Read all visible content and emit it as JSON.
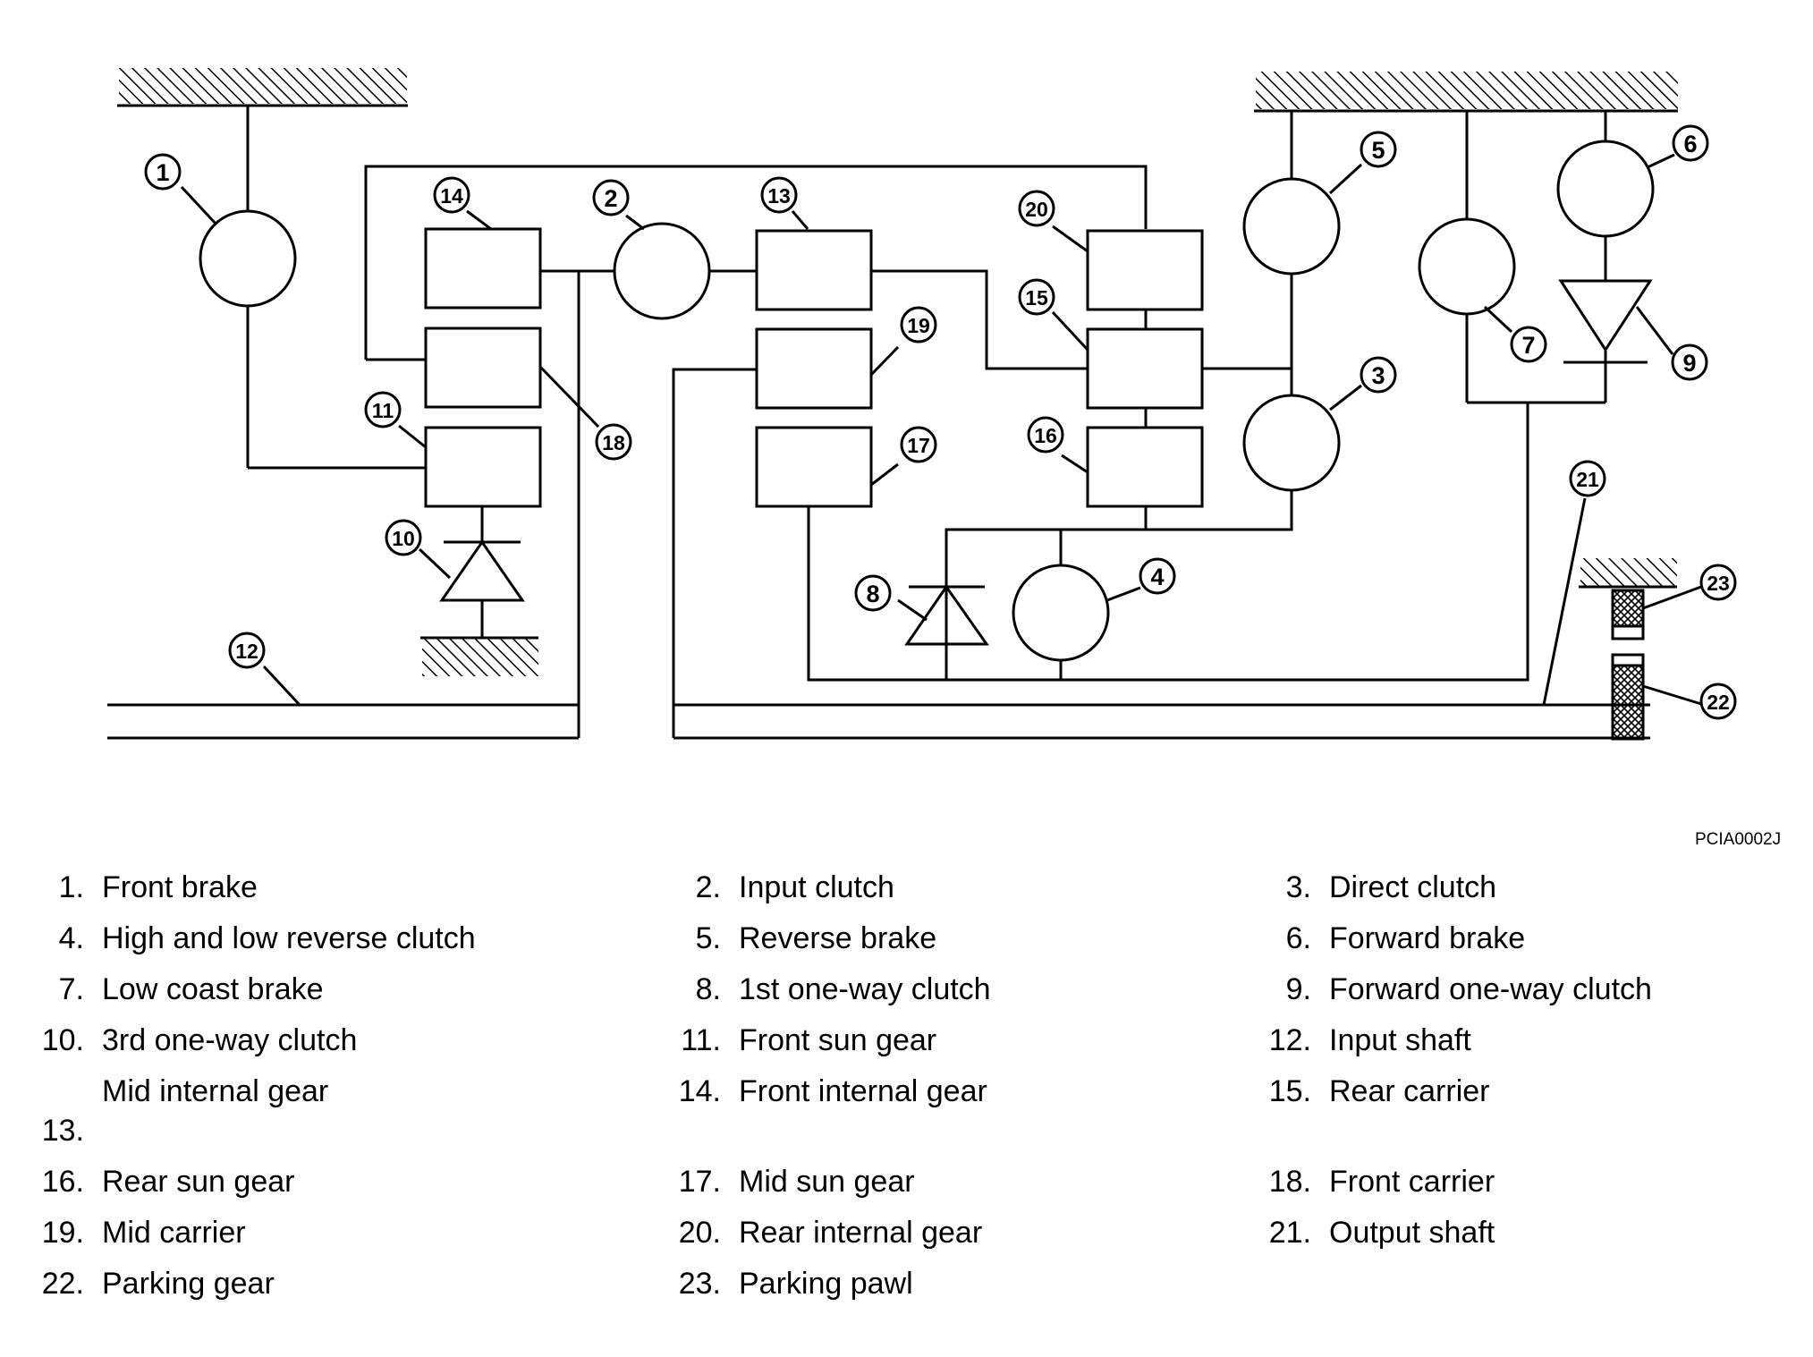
{
  "figure_code": "PCIA0002J",
  "callouts": [
    "1",
    "2",
    "3",
    "4",
    "5",
    "6",
    "7",
    "8",
    "9",
    "10",
    "11",
    "12",
    "13",
    "14",
    "15",
    "16",
    "17",
    "18",
    "19",
    "20",
    "21",
    "22",
    "23"
  ],
  "legend": [
    {
      "num": "1.",
      "label": "Front brake"
    },
    {
      "num": "2.",
      "label": "Input clutch"
    },
    {
      "num": "3.",
      "label": "Direct clutch"
    },
    {
      "num": "4.",
      "label": "High and low reverse clutch"
    },
    {
      "num": "5.",
      "label": "Reverse brake"
    },
    {
      "num": "6.",
      "label": "Forward brake"
    },
    {
      "num": "7.",
      "label": "Low coast brake"
    },
    {
      "num": "8.",
      "label": "1st one-way clutch"
    },
    {
      "num": "9.",
      "label": "Forward one-way clutch"
    },
    {
      "num": "10.",
      "label": "3rd one-way clutch"
    },
    {
      "num": "11.",
      "label": "Front sun gear"
    },
    {
      "num": "12.",
      "label": "Input shaft"
    },
    {
      "num": "13.",
      "label": "Mid internal gear"
    },
    {
      "num": "14.",
      "label": "Front internal gear"
    },
    {
      "num": "15.",
      "label": "Rear carrier"
    },
    {
      "num": "16.",
      "label": "Rear sun gear"
    },
    {
      "num": "17.",
      "label": "Mid sun gear"
    },
    {
      "num": "18.",
      "label": "Front carrier"
    },
    {
      "num": "19.",
      "label": "Mid carrier"
    },
    {
      "num": "20.",
      "label": "Rear internal gear"
    },
    {
      "num": "21.",
      "label": "Output shaft"
    },
    {
      "num": "22.",
      "label": "Parking gear"
    },
    {
      "num": "23.",
      "label": "Parking pawl"
    }
  ]
}
